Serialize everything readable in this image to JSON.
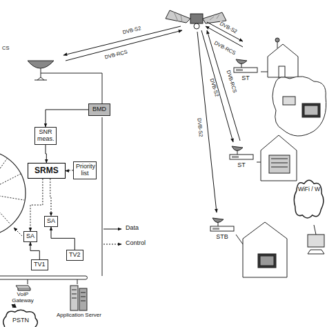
{
  "diagram": {
    "nodes": [
      {
        "text": [
          "BMD"
        ]
      },
      {
        "text": [
          "SNR meas."
        ]
      },
      {
        "text": [
          "SRMS"
        ]
      },
      {
        "text": [
          "Priority list"
        ]
      },
      {
        "text": [
          "SA"
        ]
      },
      {
        "text": [
          "SA"
        ]
      },
      {
        "text": [
          "TV1"
        ]
      },
      {
        "text": [
          "TV2"
        ]
      },
      {
        "text": [
          "VoIP Gateway"
        ]
      },
      {
        "text": [
          "PSTN"
        ]
      },
      {
        "text": [
          "Application Server"
        ]
      },
      {
        "text": [
          "ST"
        ]
      },
      {
        "text": [
          "ST"
        ]
      },
      {
        "text": [
          "WiFi / W"
        ]
      },
      {
        "text": [
          "STB"
        ]
      }
    ],
    "edges": [
      {
        "from": 0,
        "to": 1,
        "arrow": "to"
      },
      {
        "from": 1,
        "to": 2,
        "arrow": "to"
      },
      {
        "from": 3,
        "to": 2,
        "arrow": "to"
      },
      {
        "from": 2,
        "to": 4,
        "arrow": "to"
      },
      {
        "from": 2,
        "to": 5,
        "arrow": "to"
      },
      {
        "from": 6,
        "to": 5,
        "arrow": "to"
      },
      {
        "from": 7,
        "to": 4,
        "arrow": "to"
      },
      {
        "from": 8,
        "to": 9,
        "arrow": "both"
      }
    ],
    "labels": [
      "CS",
      "DVB-S2",
      "DVB-RCS",
      "DVB-S2",
      "DVB-RCS",
      "DVB-S2",
      "DVB-RCS",
      "DVB-S2"
    ],
    "legend": [
      {
        "text": "Data"
      },
      {
        "text": "Control"
      }
    ]
  }
}
